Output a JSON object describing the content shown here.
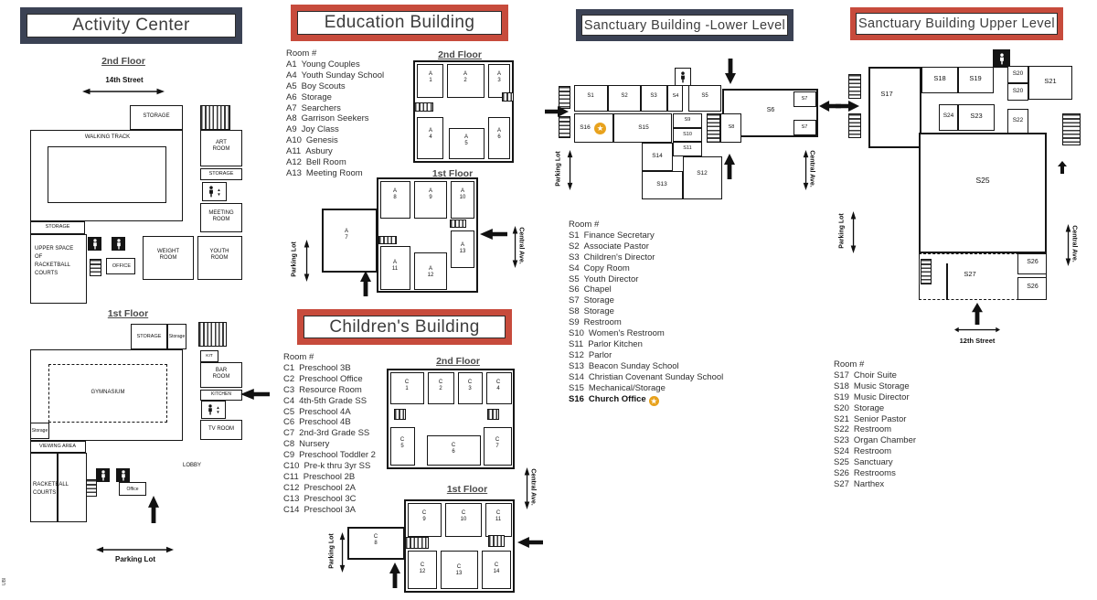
{
  "icons": {
    "star": "★",
    "up_triangle": "▲",
    "down_triangle": "▼"
  },
  "watermark": "UBI",
  "activity": {
    "title": "Activity Center",
    "floor2": {
      "heading": "2nd Floor",
      "street": "14th Street",
      "storage_top": "STORAGE",
      "walking_track": "WALKING TRACK",
      "art_room": "ART\nROOM",
      "storage_right": "STORAGE",
      "meeting_room": "MEETING\nROOM",
      "youth_room": "YOUTH\nROOM",
      "weight_room": "WEIGHT\nROOM",
      "office": "OFFICE",
      "storage_left": "STORAGE",
      "upper_space": "UPPER SPACE\nOF\nRACKETBALL\nCOURTS"
    },
    "floor1": {
      "heading": "1st Floor",
      "storage_top": "STORAGE",
      "storage_top2": "Storage",
      "gymnasium": "GYMNASIUM",
      "storage_left": "Storage",
      "viewing_area": "VIEWING AREA",
      "racketball": "RACKETBALL\nCOURTS",
      "office": "Office",
      "lobby": "LOBBY",
      "kit": "KIT",
      "bar_room": "BAR\nROOM",
      "kitchen": "KITCHEN",
      "tv_room": "TV ROOM",
      "parking": "Parking Lot"
    }
  },
  "education": {
    "title": "Education Building",
    "list_heading": "Room #",
    "room_list": [
      {
        "code": "A1",
        "name": "Young Couples"
      },
      {
        "code": "A4",
        "name": "Youth Sunday School"
      },
      {
        "code": "A5",
        "name": "Boy Scouts"
      },
      {
        "code": "A6",
        "name": "Storage"
      },
      {
        "code": "A7",
        "name": "Searchers"
      },
      {
        "code": "A8",
        "name": "Garrison Seekers"
      },
      {
        "code": "A9",
        "name": "Joy Class"
      },
      {
        "code": "A10",
        "name": "Genesis"
      },
      {
        "code": "A11",
        "name": "Asbury"
      },
      {
        "code": "A12",
        "name": "Bell Room"
      },
      {
        "code": "A13",
        "name": "Meeting Room"
      }
    ],
    "floor2": {
      "heading": "2nd Floor",
      "rooms": {
        "a1": "A\n1",
        "a2": "A\n2",
        "a3": "A\n3",
        "a4": "A\n4",
        "a5": "A\n5",
        "a6": "A\n6"
      }
    },
    "floor1": {
      "heading": "1st Floor",
      "rooms": {
        "a7": "A\n7",
        "a8": "A\n8",
        "a9": "A\n9",
        "a10": "A\n10",
        "a11": "A\n11",
        "a12": "A\n12",
        "a13": "A\n13"
      },
      "parking": "Parking Lot",
      "central": "Central Ave."
    }
  },
  "childrens": {
    "title": "Children's Building",
    "list_heading": "Room #",
    "room_list": [
      {
        "code": "C1",
        "name": "Preschool 3B"
      },
      {
        "code": "C2",
        "name": "Preschool Office"
      },
      {
        "code": "C3",
        "name": "Resource Room"
      },
      {
        "code": "C4",
        "name": "4th-5th Grade SS"
      },
      {
        "code": "C5",
        "name": "Preschool 4A"
      },
      {
        "code": "C6",
        "name": "Preschool 4B"
      },
      {
        "code": "C7",
        "name": "2nd-3rd Grade SS"
      },
      {
        "code": "C8",
        "name": "Nursery"
      },
      {
        "code": "C9",
        "name": "Preschool Toddler 2"
      },
      {
        "code": "C10",
        "name": "Pre-k thru 3yr SS"
      },
      {
        "code": "C11",
        "name": "Preschool 2B"
      },
      {
        "code": "C12",
        "name": "Preschool 2A"
      },
      {
        "code": "C13",
        "name": "Preschool 3C"
      },
      {
        "code": "C14",
        "name": "Preschool 3A"
      }
    ],
    "floor2": {
      "heading": "2nd Floor",
      "rooms": {
        "c1": "C\n1",
        "c2": "C\n2",
        "c3": "C\n3",
        "c4": "C\n4",
        "c5": "C\n5",
        "c6": "C\n6",
        "c7": "C\n7"
      }
    },
    "floor1": {
      "heading": "1st Floor",
      "rooms": {
        "c8": "C\n8",
        "c9": "C\n9",
        "c10": "C\n10",
        "c11": "C\n11",
        "c12": "C\n12",
        "c13": "C\n13",
        "c14": "C\n14"
      },
      "parking": "Parking Lot",
      "central": "Central Ave."
    }
  },
  "sanctuary_lower": {
    "title": "Sanctuary Building -Lower Level",
    "list_heading": "Room #",
    "room_list": [
      {
        "code": "S1",
        "name": "Finance Secretary"
      },
      {
        "code": "S2",
        "name": "Associate Pastor"
      },
      {
        "code": "S3",
        "name": "Children's Director"
      },
      {
        "code": "S4",
        "name": "Copy Room"
      },
      {
        "code": "S5",
        "name": "Youth Director"
      },
      {
        "code": "S6",
        "name": "Chapel"
      },
      {
        "code": "S7",
        "name": "Storage"
      },
      {
        "code": "S8",
        "name": "Storage"
      },
      {
        "code": "S9",
        "name": "Restroom"
      },
      {
        "code": "S10",
        "name": "Women's Restroom"
      },
      {
        "code": "S11",
        "name": "Parlor Kitchen"
      },
      {
        "code": "S12",
        "name": "Parlor"
      },
      {
        "code": "S13",
        "name": "Beacon Sunday School"
      },
      {
        "code": "S14",
        "name": "Christian Covenant Sunday School"
      },
      {
        "code": "S15",
        "name": "Mechanical/Storage"
      },
      {
        "code": "S16",
        "name": "Church Office",
        "star": "★"
      }
    ],
    "plan": {
      "s1": "S1",
      "s2": "S2",
      "s3": "S3",
      "s4": "S4",
      "s5": "S5",
      "s6": "S6",
      "s7a": "S7",
      "s7b": "S7",
      "s8": "S8",
      "s9": "S9",
      "s10": "S10",
      "s11": "S11",
      "s12": "S12",
      "s13": "S13",
      "s14": "S14",
      "s15": "S15",
      "s16": "S16"
    },
    "parking": "Parking Lot",
    "central": "Central Ave."
  },
  "sanctuary_upper": {
    "title": "Sanctuary Building Upper Level",
    "list_heading": "Room #",
    "room_list": [
      {
        "code": "S17",
        "name": "Choir Suite"
      },
      {
        "code": "S18",
        "name": "Music Storage"
      },
      {
        "code": "S19",
        "name": "Music Director"
      },
      {
        "code": "S20",
        "name": "Storage"
      },
      {
        "code": "S21",
        "name": "Senior Pastor"
      },
      {
        "code": "S22",
        "name": "Restroom"
      },
      {
        "code": "S23",
        "name": "Organ Chamber"
      },
      {
        "code": "S24",
        "name": "Restroom"
      },
      {
        "code": "S25",
        "name": "Sanctuary"
      },
      {
        "code": "S26",
        "name": "Restrooms"
      },
      {
        "code": "S27",
        "name": "Narthex"
      }
    ],
    "plan": {
      "s17": "S17",
      "s18": "S18",
      "s19": "S19",
      "s20a": "S20",
      "s20b": "S20",
      "s21": "S21",
      "s22": "S22",
      "s23": "S23",
      "s24": "S24",
      "s25": "S25",
      "s26a": "S26",
      "s26b": "S26",
      "s27": "S27"
    },
    "parking": "Parking Lot",
    "central": "Central Ave.",
    "street": "12th Street"
  }
}
